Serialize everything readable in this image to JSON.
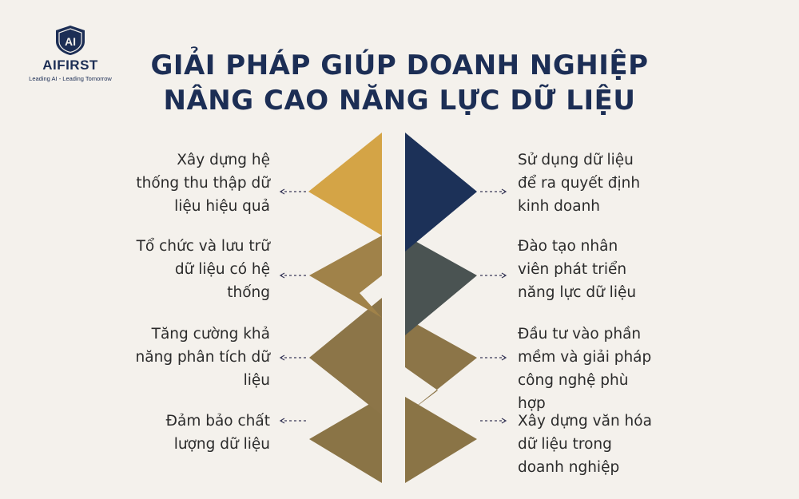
{
  "logo": {
    "text": "AIFIRST",
    "tagline": "Leading AI - Leading Tomorrow",
    "badge_text": "AI"
  },
  "title": {
    "line1": "GIẢI PHÁP GIÚP DOANH NGHIỆP",
    "line2": "NÂNG CAO NĂNG LỰC DỮ LIỆU"
  },
  "left_items": [
    {
      "label": "Xây dựng hệ thống thu thập dữ liệu hiệu quả",
      "color": "#d4a446"
    },
    {
      "label": "Tổ chức và lưu trữ dữ liệu có hệ thống",
      "color": "#a08249"
    },
    {
      "label": "Tăng cường khả năng phân tích dữ liệu",
      "color": "#8c7548"
    },
    {
      "label": "Đảm bảo chất lượng dữ liệu",
      "color": "#8a7446"
    }
  ],
  "right_items": [
    {
      "label": "Sử dụng dữ liệu để ra quyết định kinh doanh",
      "color": "#1c3158"
    },
    {
      "label": "Đào tạo nhân viên phát triển năng lực dữ liệu",
      "color": "#4a5352"
    },
    {
      "label": "Đầu tư vào phần mềm và giải pháp công nghệ phù hợp",
      "color": "#8c7548"
    },
    {
      "label": "Xây dựng văn hóa dữ liệu trong doanh nghiệp",
      "color": "#8a7446"
    }
  ],
  "colors": {
    "background": "#f4f1ec",
    "title": "#1c2e55",
    "arrow": "#3a3a5a"
  }
}
